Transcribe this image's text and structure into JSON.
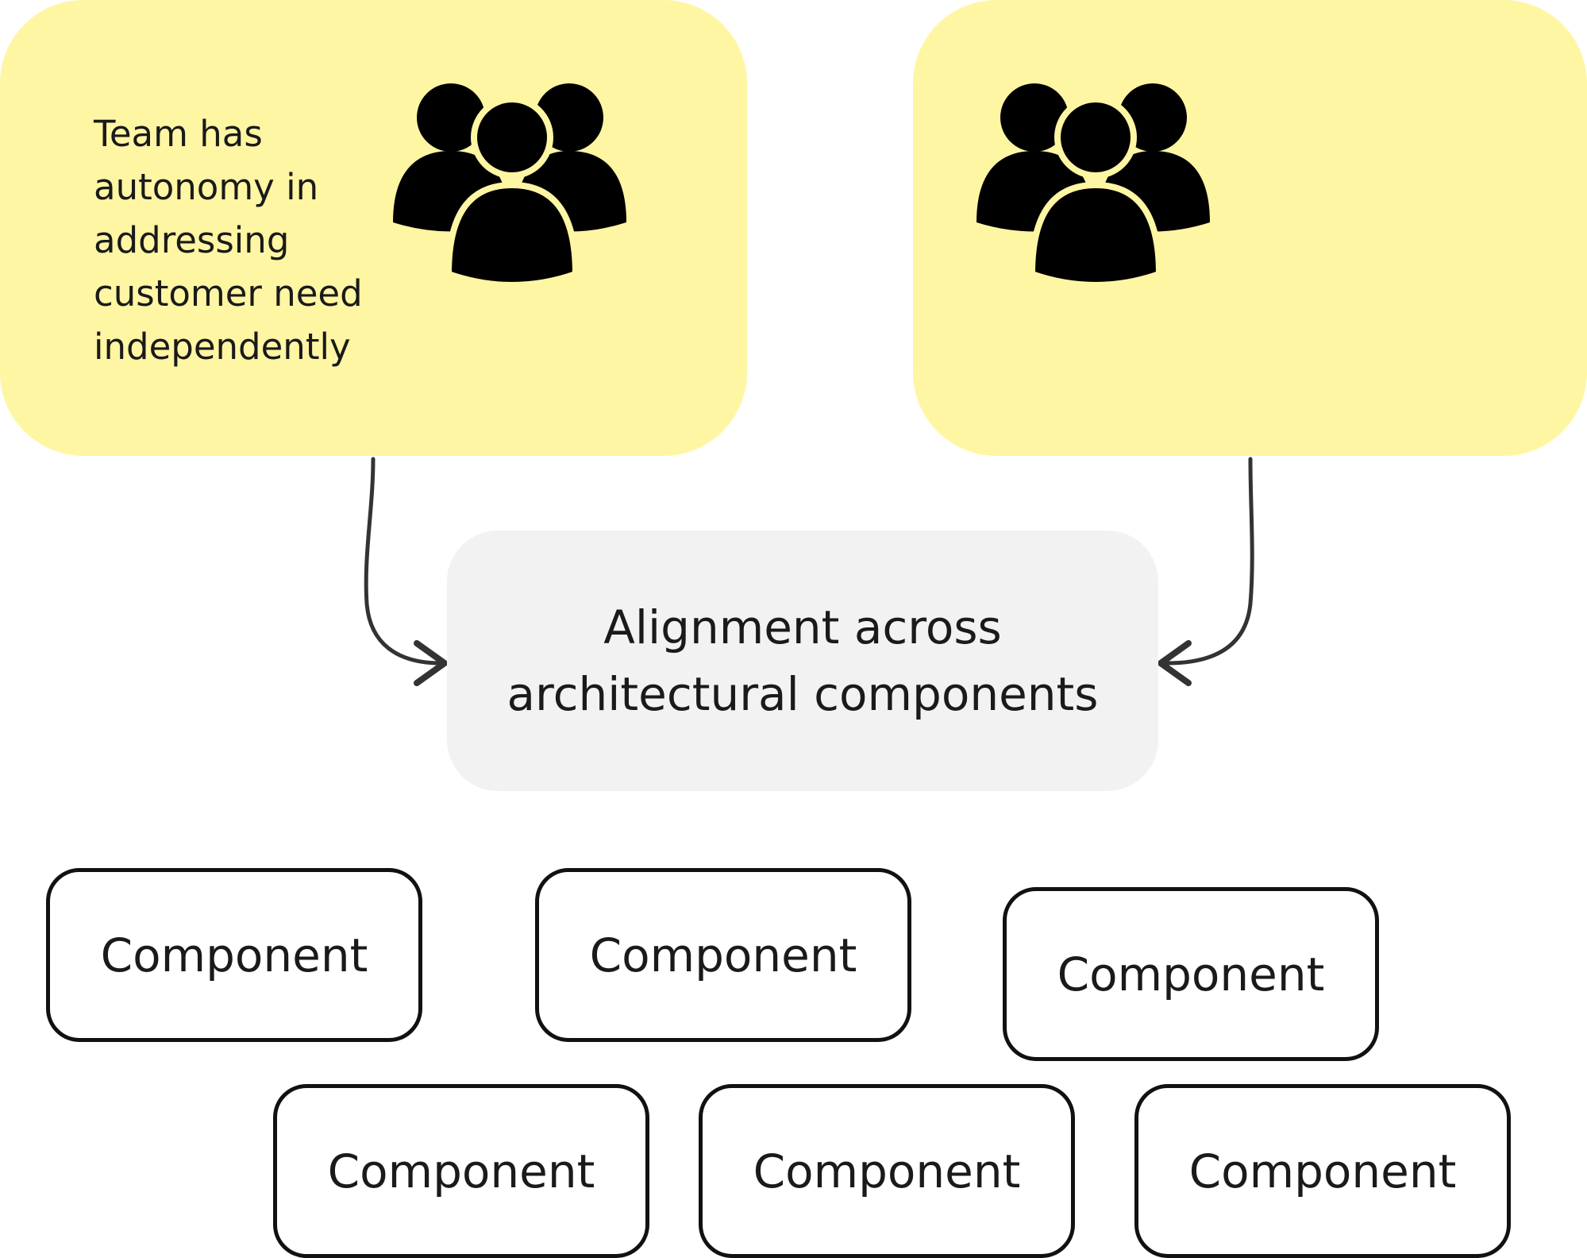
{
  "teams": [
    {
      "description": "Team has autonomy in addressing customer need independently",
      "icon": "people-group-icon"
    },
    {
      "description": "",
      "icon": "people-group-icon"
    }
  ],
  "alignment": {
    "label": "Alignment across architectural components"
  },
  "components": [
    {
      "label": "Component"
    },
    {
      "label": "Component"
    },
    {
      "label": "Component"
    },
    {
      "label": "Component"
    },
    {
      "label": "Component"
    },
    {
      "label": "Component"
    }
  ],
  "colors": {
    "team_fill": "#fff6a3",
    "alignment_fill": "#f2f2f2",
    "component_border": "#111111",
    "arrow": "#333333"
  }
}
